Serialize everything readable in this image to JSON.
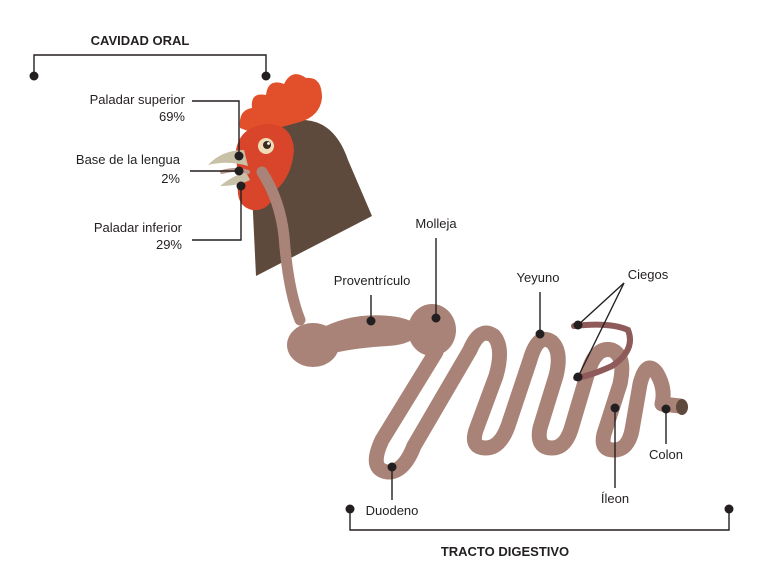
{
  "headers": {
    "oral_cavity": "CAVIDAD ORAL",
    "digestive_tract": "TRACTO DIGESTIVO"
  },
  "oral_labels": {
    "upper_palate": {
      "name": "Paladar superior",
      "percent": "69%"
    },
    "tongue_base": {
      "name": "Base de la lengua",
      "percent": "2%"
    },
    "lower_palate": {
      "name": "Paladar inferior",
      "percent": "29%"
    }
  },
  "tract_labels": {
    "gizzard": "Molleja",
    "proventriculus": "Proventrículo",
    "jejunum": "Yeyuno",
    "ceca": "Ciegos",
    "duodenum": "Duodeno",
    "ileum": "Íleon",
    "colon": "Colon"
  },
  "colors": {
    "comb": "#e2502b",
    "face": "#d9452a",
    "head": "#5e4a3c",
    "beak": "#c8c0a7",
    "gut": "#a98378",
    "ceca": "#8f5a5a",
    "line": "#231f20"
  }
}
